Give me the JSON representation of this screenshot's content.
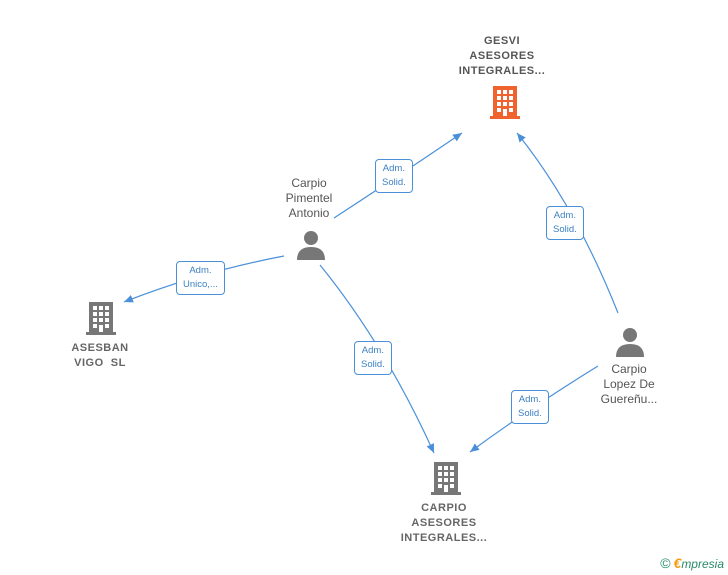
{
  "nodes": {
    "gesvi": {
      "label_lines": [
        "GESVI",
        "ASESORES",
        "INTEGRALES..."
      ],
      "icon": "building-icon",
      "color": "#f0622e"
    },
    "carpio_pimentel": {
      "label_lines": [
        "Carpio",
        "Pimentel",
        "Antonio"
      ],
      "icon": "person-icon",
      "color": "#777777"
    },
    "asesban": {
      "label_lines": [
        "ASESBAN",
        "VIGO  SL"
      ],
      "icon": "building-icon",
      "color": "#777777"
    },
    "carpio_lopez": {
      "label_lines": [
        "Carpio",
        "Lopez De",
        "Guereñu..."
      ],
      "icon": "person-icon",
      "color": "#777777"
    },
    "carpio_asesores": {
      "label_lines": [
        "CARPIO",
        "ASESORES",
        "INTEGRALES..."
      ],
      "icon": "building-icon",
      "color": "#777777"
    }
  },
  "edges": [
    {
      "from": "carpio_pimentel",
      "to": "gesvi",
      "label_lines": [
        "Adm.",
        "Solid."
      ]
    },
    {
      "from": "carpio_pimentel",
      "to": "asesban",
      "label_lines": [
        "Adm.",
        "Unico,..."
      ]
    },
    {
      "from": "carpio_pimentel",
      "to": "carpio_asesores",
      "label_lines": [
        "Adm.",
        "Solid."
      ]
    },
    {
      "from": "carpio_lopez",
      "to": "gesvi",
      "label_lines": [
        "Adm.",
        "Solid."
      ]
    },
    {
      "from": "carpio_lopez",
      "to": "carpio_asesores",
      "label_lines": [
        "Adm.",
        "Solid."
      ]
    }
  ],
  "colors": {
    "edge": "#4a90d9"
  },
  "brand": {
    "copyright": "©",
    "initial": "€",
    "name": "mpresia"
  }
}
